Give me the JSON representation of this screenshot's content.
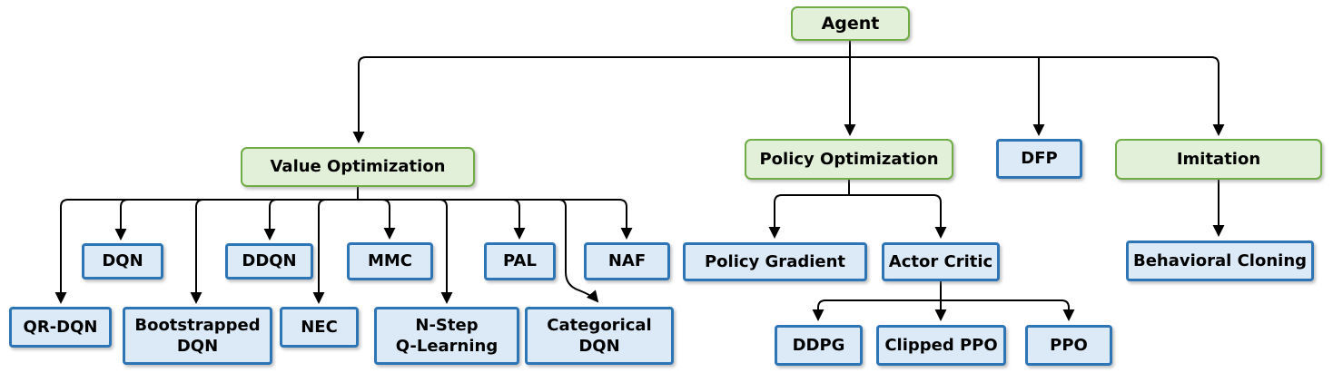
{
  "diagram": {
    "type": "hierarchy-tree",
    "colors": {
      "category_fill": "#e2efd9",
      "category_border": "#70ad47",
      "algorithm_fill": "#dceaf7",
      "algorithm_border": "#2e75b6",
      "connector": "#000000",
      "text": "#000000",
      "background": "#ffffff"
    },
    "nodes": {
      "agent": {
        "label": "Agent",
        "style": "green"
      },
      "value_optimization": {
        "label": "Value Optimization",
        "style": "green"
      },
      "policy_optimization": {
        "label": "Policy Optimization",
        "style": "green"
      },
      "dfp": {
        "label": "DFP",
        "style": "blue"
      },
      "imitation": {
        "label": "Imitation",
        "style": "green"
      },
      "dqn": {
        "label": "DQN",
        "style": "blue"
      },
      "ddqn": {
        "label": "DDQN",
        "style": "blue"
      },
      "mmc": {
        "label": "MMC",
        "style": "blue"
      },
      "pal": {
        "label": "PAL",
        "style": "blue"
      },
      "naf": {
        "label": "NAF",
        "style": "blue"
      },
      "qr_dqn": {
        "label": "QR-DQN",
        "style": "blue"
      },
      "bootstrapped_dqn": {
        "label": "Bootstrapped\nDQN",
        "style": "blue"
      },
      "nec": {
        "label": "NEC",
        "style": "blue"
      },
      "nstep_q_learning": {
        "label": "N-Step\nQ-Learning",
        "style": "blue"
      },
      "categorical_dqn": {
        "label": "Categorical\nDQN",
        "style": "blue"
      },
      "policy_gradient": {
        "label": "Policy Gradient",
        "style": "blue"
      },
      "actor_critic": {
        "label": "Actor Critic",
        "style": "blue"
      },
      "ddpg": {
        "label": "DDPG",
        "style": "blue"
      },
      "clipped_ppo": {
        "label": "Clipped PPO",
        "style": "blue"
      },
      "ppo": {
        "label": "PPO",
        "style": "blue"
      },
      "behavioral_cloning": {
        "label": "Behavioral Cloning",
        "style": "blue"
      }
    },
    "edges": [
      {
        "from": "agent",
        "to": "value_optimization"
      },
      {
        "from": "agent",
        "to": "policy_optimization"
      },
      {
        "from": "agent",
        "to": "dfp"
      },
      {
        "from": "agent",
        "to": "imitation"
      },
      {
        "from": "value_optimization",
        "to": "dqn"
      },
      {
        "from": "value_optimization",
        "to": "ddqn"
      },
      {
        "from": "value_optimization",
        "to": "mmc"
      },
      {
        "from": "value_optimization",
        "to": "pal"
      },
      {
        "from": "value_optimization",
        "to": "naf"
      },
      {
        "from": "value_optimization",
        "to": "qr_dqn"
      },
      {
        "from": "value_optimization",
        "to": "bootstrapped_dqn"
      },
      {
        "from": "value_optimization",
        "to": "nec"
      },
      {
        "from": "value_optimization",
        "to": "nstep_q_learning"
      },
      {
        "from": "value_optimization",
        "to": "categorical_dqn"
      },
      {
        "from": "policy_optimization",
        "to": "policy_gradient"
      },
      {
        "from": "policy_optimization",
        "to": "actor_critic"
      },
      {
        "from": "actor_critic",
        "to": "ddpg"
      },
      {
        "from": "actor_critic",
        "to": "clipped_ppo"
      },
      {
        "from": "actor_critic",
        "to": "ppo"
      },
      {
        "from": "imitation",
        "to": "behavioral_cloning"
      }
    ]
  }
}
